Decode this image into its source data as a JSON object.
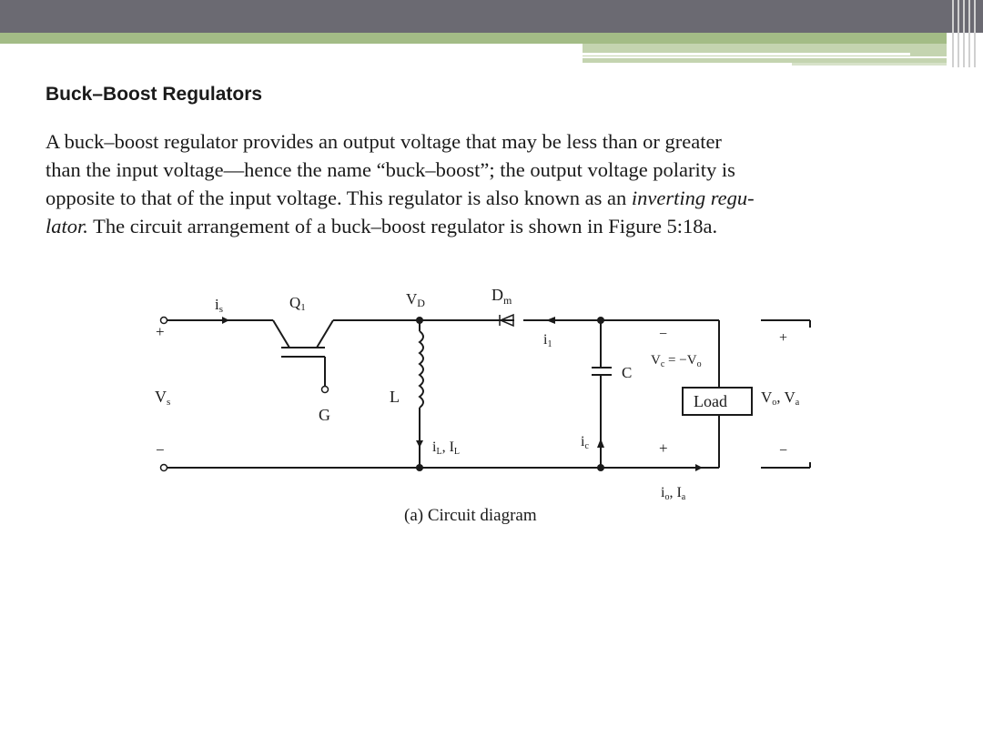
{
  "slide": {
    "heading": "Buck–Boost Regulators",
    "paragraph_lines": [
      "A buck–boost regulator provides an output voltage that may be less than or greater",
      "than the input voltage—hence the name “buck–boost”; the output voltage polarity is",
      "opposite to that of the input voltage. This regulator is also known as an ",
      "inverting regu-",
      "lator.",
      " The circuit arrangement of a buck–boost regulator is shown in Figure 5:18a."
    ]
  },
  "circuit": {
    "labels": {
      "is": "i",
      "is_sub": "s",
      "q1": "Q",
      "q1_sub": "1",
      "vd": "V",
      "vd_sub": "D",
      "dm": "D",
      "dm_sub": "m",
      "i1": "i",
      "i1_sub": "1",
      "plus_left": "+",
      "minus_left": "−",
      "vs": "V",
      "vs_sub": "s",
      "g": "G",
      "l": "L",
      "il": "i",
      "il_sub": "L",
      "il_sep": ", I",
      "il_sub2": "L",
      "ic": "i",
      "ic_sub": "c",
      "c": "C",
      "vc": "V",
      "vc_sub": "c",
      "vc_eq": " = −V",
      "vc_sub2": "o",
      "minus_c": "−",
      "plus_c": "+",
      "load": "Load",
      "vo": "V",
      "vo_sub": "o",
      "vo_sep": ", V",
      "vo_sub2": "a",
      "plus_right": "+",
      "minus_right": "−",
      "io": "i",
      "io_sub": "o",
      "io_sep": ", I",
      "io_sub2": "a"
    },
    "caption": "(a) Circuit diagram"
  }
}
